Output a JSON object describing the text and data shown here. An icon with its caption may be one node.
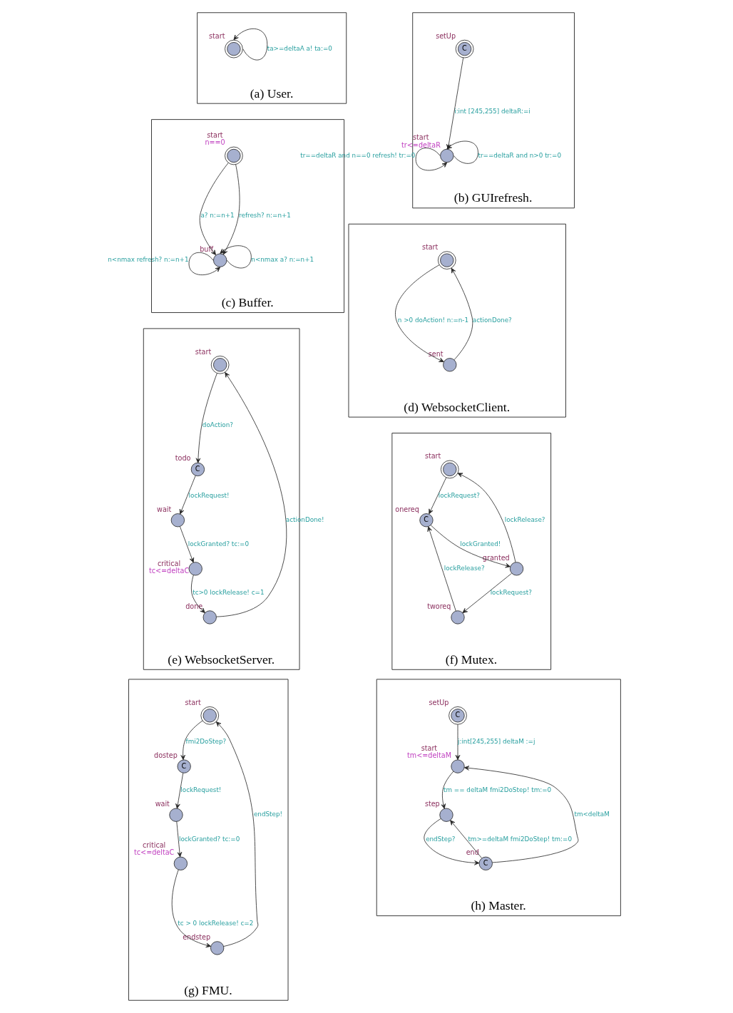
{
  "diagram": {
    "nodes": [
      {
        "text": [
          "(a) User."
        ]
      },
      {
        "text": [],
        "shape": "circle",
        "in": 0,
        "beside": [
          "start"
        ]
      },
      {
        "text": [
          "(b) GUIrefresh."
        ]
      },
      {
        "text": [
          "C"
        ],
        "in": 2,
        "beside": [
          "setUp"
        ]
      },
      {
        "text": [],
        "shape": "circle",
        "in": 2,
        "beside": [
          "start",
          "tr<=deltaR"
        ]
      },
      {
        "text": [
          "(c) Buffer."
        ]
      },
      {
        "text": [],
        "shape": "circle",
        "in": 5,
        "beside": [
          "start",
          "n==0"
        ]
      },
      {
        "text": [],
        "shape": "circle",
        "in": 5,
        "beside": [
          "buff"
        ]
      },
      {
        "text": [
          "(d) WebsocketClient."
        ]
      },
      {
        "text": [],
        "shape": "circle",
        "in": 8,
        "beside": [
          "start"
        ]
      },
      {
        "text": [],
        "shape": "circle",
        "in": 8,
        "beside": [
          "sent"
        ]
      },
      {
        "text": [
          "(e) WebsocketServer."
        ]
      },
      {
        "text": [],
        "shape": "circle",
        "in": 11,
        "beside": [
          "start"
        ]
      },
      {
        "text": [
          "C"
        ],
        "in": 11,
        "beside": [
          "todo"
        ]
      },
      {
        "text": [],
        "shape": "circle",
        "in": 11,
        "beside": [
          "wait"
        ]
      },
      {
        "text": [],
        "shape": "circle",
        "in": 11,
        "beside": [
          "critical",
          "tc<=deltaC"
        ]
      },
      {
        "text": [],
        "shape": "circle",
        "in": 11,
        "beside": [
          "done"
        ]
      },
      {
        "text": [
          "(f) Mutex."
        ]
      },
      {
        "text": [],
        "shape": "circle",
        "in": 17,
        "beside": [
          "start"
        ]
      },
      {
        "text": [
          "C"
        ],
        "in": 17,
        "beside": [
          "onereq"
        ]
      },
      {
        "text": [],
        "shape": "circle",
        "in": 17,
        "beside": [
          "granted"
        ]
      },
      {
        "text": [],
        "shape": "circle",
        "in": 17,
        "beside": [
          "tworeq"
        ]
      },
      {
        "text": [
          "(g) FMU."
        ]
      },
      {
        "text": [],
        "shape": "circle",
        "in": 22,
        "beside": [
          "start"
        ]
      },
      {
        "text": [
          "C"
        ],
        "in": 22,
        "beside": [
          "dostep"
        ]
      },
      {
        "text": [],
        "shape": "circle",
        "in": 22,
        "beside": [
          "wait"
        ]
      },
      {
        "text": [],
        "shape": "circle",
        "in": 22,
        "beside": [
          "critical",
          "tc<=deltaC"
        ]
      },
      {
        "text": [],
        "shape": "circle",
        "in": 22,
        "beside": [
          "endstep"
        ]
      },
      {
        "text": [
          "(h) Master."
        ]
      },
      {
        "text": [
          "C"
        ],
        "in": 28,
        "beside": [
          "setUp"
        ]
      },
      {
        "text": [],
        "shape": "circle",
        "in": 28,
        "beside": [
          "start",
          "tm<=deltaM"
        ]
      },
      {
        "text": [],
        "shape": "circle",
        "in": 28,
        "beside": [
          "step"
        ]
      },
      {
        "text": [
          "C"
        ],
        "in": 28,
        "beside": [
          "end"
        ]
      }
    ],
    "edges": [
      {
        "from": 1,
        "to": 1,
        "arrow": "to",
        "label": "ta>=deltaA a! ta:=0"
      },
      {
        "from": 3,
        "to": 4,
        "arrow": "to",
        "label": "i:int [245,255] deltaR:=i"
      },
      {
        "from": 4,
        "to": 4,
        "arrow": "to",
        "label": "tr==deltaR and n>0 tr:=0"
      },
      {
        "from": 4,
        "to": 4,
        "arrow": "to",
        "label": "tr==deltaR and n==0 refresh! tr:=0"
      },
      {
        "from": 6,
        "to": 7,
        "arrow": "to",
        "label": "a? n:=n+1"
      },
      {
        "from": 6,
        "to": 7,
        "arrow": "to",
        "label": "refresh? n:=n+1"
      },
      {
        "from": 7,
        "to": 7,
        "arrow": "to",
        "label": "n<nmax a? n:=n+1"
      },
      {
        "from": 7,
        "to": 7,
        "arrow": "to",
        "label": "n<nmax refresh? n:=n+1"
      },
      {
        "from": 9,
        "to": 10,
        "arrow": "to",
        "label": "n >0 doAction! n:=n-1"
      },
      {
        "from": 10,
        "to": 9,
        "arrow": "to",
        "label": "actionDone?"
      },
      {
        "from": 12,
        "to": 13,
        "arrow": "to",
        "label": "doAction?"
      },
      {
        "from": 13,
        "to": 14,
        "arrow": "to",
        "label": "lockRequest!"
      },
      {
        "from": 14,
        "to": 15,
        "arrow": "to",
        "label": "lockGranted? tc:=0"
      },
      {
        "from": 15,
        "to": 16,
        "arrow": "to",
        "label": "tc>0 lockRelease! c=1"
      },
      {
        "from": 16,
        "to": 12,
        "arrow": "to",
        "label": "actionDone!"
      },
      {
        "from": 18,
        "to": 19,
        "arrow": "to",
        "label": "lockRequest?"
      },
      {
        "from": 19,
        "to": 20,
        "arrow": "to",
        "label": "lockGranted!"
      },
      {
        "from": 20,
        "to": 18,
        "arrow": "to",
        "label": "lockRelease?"
      },
      {
        "from": 20,
        "to": 21,
        "arrow": "to",
        "label": "lockRequest?"
      },
      {
        "from": 21,
        "to": 19,
        "arrow": "to",
        "label": "lockRelease?"
      },
      {
        "from": 23,
        "to": 24,
        "arrow": "to",
        "label": "fmi2DoStep?"
      },
      {
        "from": 24,
        "to": 25,
        "arrow": "to",
        "label": "lockRequest!"
      },
      {
        "from": 25,
        "to": 26,
        "arrow": "to",
        "label": "lockGranted? tc:=0"
      },
      {
        "from": 26,
        "to": 27,
        "arrow": "to",
        "label": "tc > 0 lockRelease! c=2"
      },
      {
        "from": 27,
        "to": 23,
        "arrow": "to",
        "label": "endStep!"
      },
      {
        "from": 29,
        "to": 30,
        "arrow": "to",
        "label": "j:int[245,255] deltaM :=j"
      },
      {
        "from": 30,
        "to": 31,
        "arrow": "to",
        "label": "tm == deltaM fmi2DoStep! tm:=0"
      },
      {
        "from": 31,
        "to": 32,
        "arrow": "to",
        "label": "endStep?"
      },
      {
        "from": 32,
        "to": 30,
        "arrow": "to",
        "label": "tm<deltaM"
      },
      {
        "from": 32,
        "to": 31,
        "arrow": "to",
        "label": "tm>=deltaM fmi2DoStep! tm:=0"
      }
    ]
  }
}
